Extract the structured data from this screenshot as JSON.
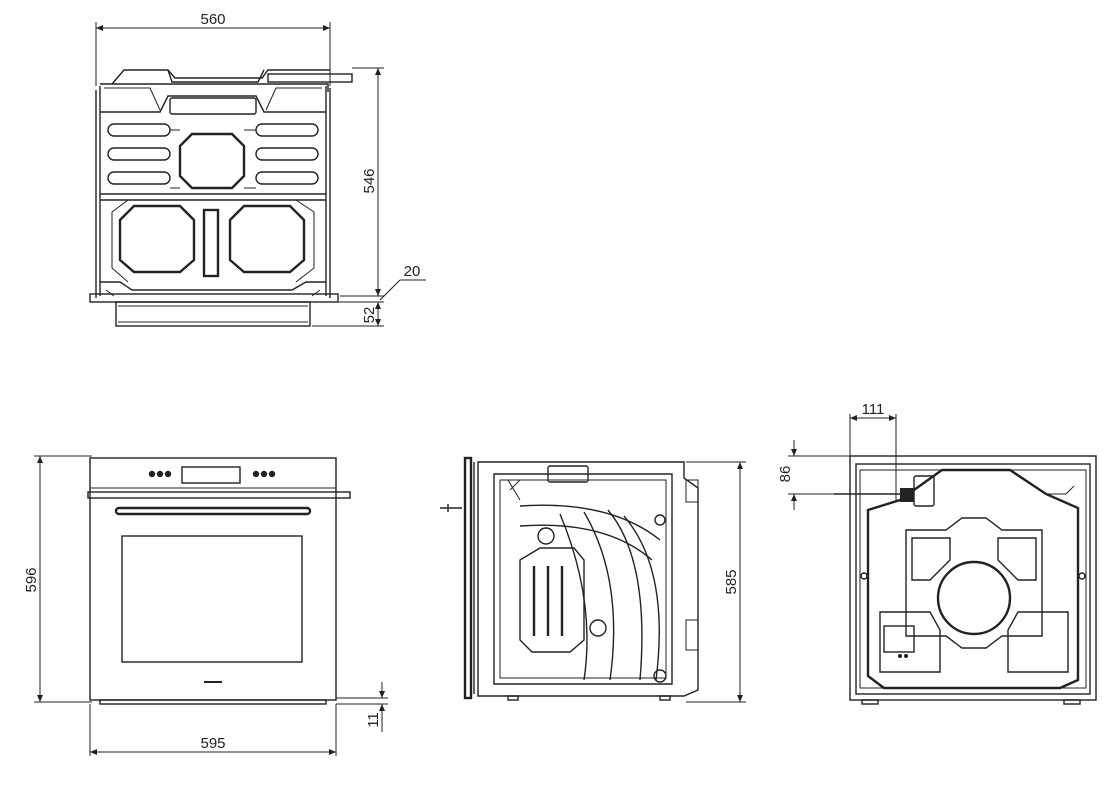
{
  "dimensions": {
    "top_width": "560",
    "top_depth": "546",
    "top_offset": "20",
    "top_bottom": "52",
    "front_height": "596",
    "front_width": "595",
    "front_bottom": "11",
    "side_height": "585",
    "back_offset_x": "111",
    "back_offset_y": "86"
  }
}
